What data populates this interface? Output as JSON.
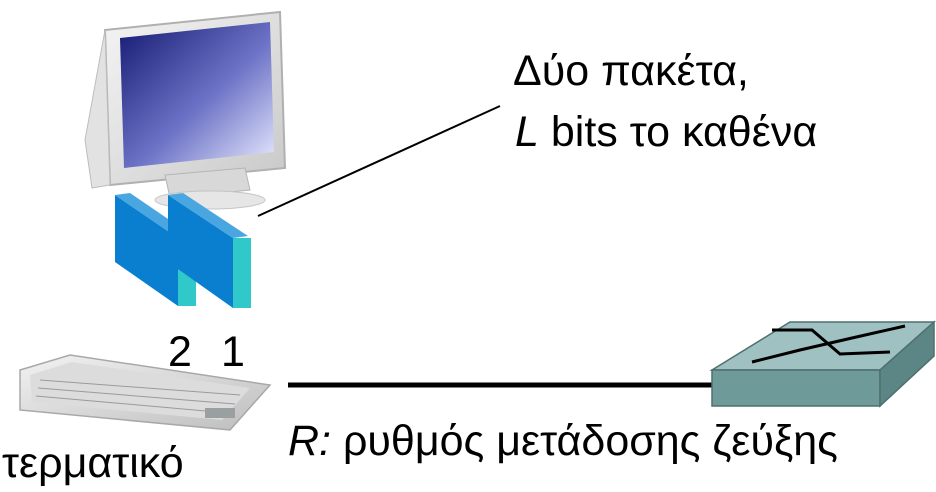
{
  "callout": {
    "line1": "Δύο πακέτα,",
    "line2_var": "L",
    "line2_rest": " bits το καθένα"
  },
  "packets": [
    {
      "number": "2"
    },
    {
      "number": "1"
    }
  ],
  "host": {
    "label": "τερματικό"
  },
  "link": {
    "rate_var": "R:",
    "rate_text": " ρυθμός μετάδοσης ζεύξης"
  },
  "icons": [
    "monitor-icon",
    "keyboard-icon",
    "router-icon",
    "packet-icon"
  ],
  "colors": {
    "packet_face": "#0a7fd0",
    "packet_side": "#30c8c8",
    "router_top": "#9fc1c1",
    "router_front": "#6f9a9a",
    "line": "#000000"
  }
}
